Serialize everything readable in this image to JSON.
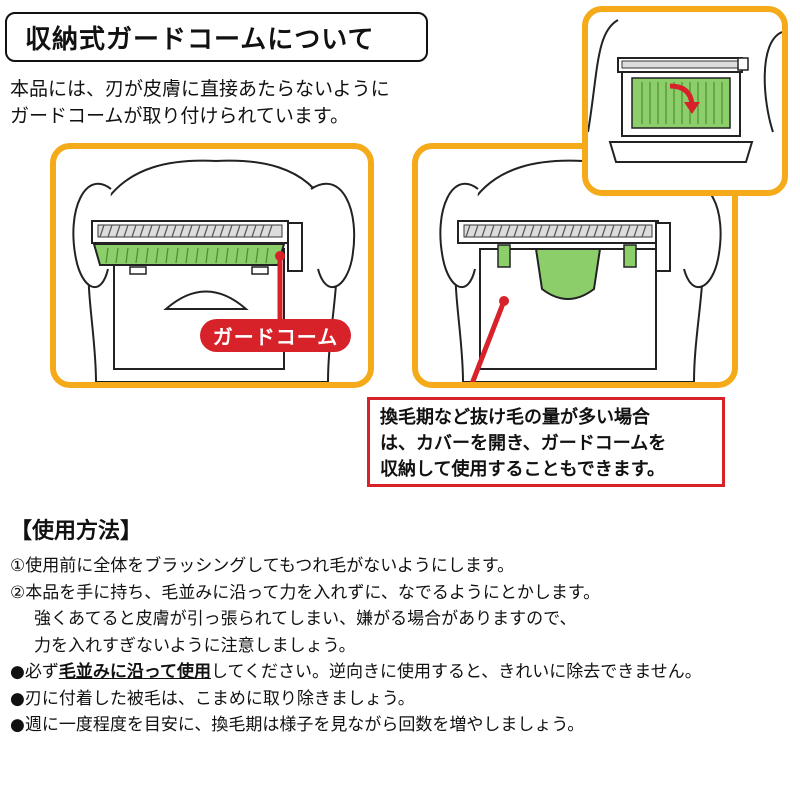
{
  "title": "収納式ガードコームについて",
  "intro": {
    "line1": "本品には、刃が皮膚に直接あたらないように",
    "line2": "ガードコームが取り付けられています。"
  },
  "callout_label": "ガードコーム",
  "note": {
    "line1": "換毛期など抜け毛の量が多い場合",
    "line2": "は、カバーを開き、ガードコームを",
    "line3": "収納して使用することもできます。"
  },
  "usage": {
    "heading": "【使用方法】",
    "step1": "①使用前に全体をブラッシングしてもつれ毛がないようにします。",
    "step2_line1": "②本品を手に持ち、毛並みに沿って力を入れずに、なでるようにとかします。",
    "step2_line2": "強くあてると皮膚が引っ張られてしまい、嫌がる場合がありますので、",
    "step2_line3": "力を入れすぎないように注意しましょう。",
    "bullet1_pre": "●必ず",
    "bullet1_emph": "毛並みに沿って使用",
    "bullet1_post": "してください。逆向きに使用すると、きれいに除去できません。",
    "bullet2": "●刃に付着した被毛は、こまめに取り除きましょう。",
    "bullet3": "●週に一度程度を目安に、換毛期は様子を見ながら回数を増やしましょう。"
  },
  "colors": {
    "panel_border": "#f5ab19",
    "accent_red": "#d8222a",
    "comb_green": "#8ccf6a"
  }
}
